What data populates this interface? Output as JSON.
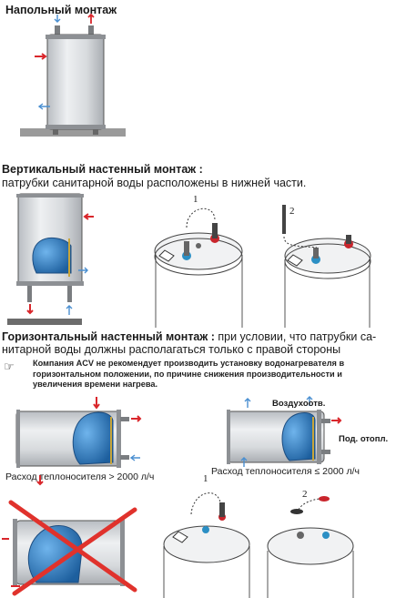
{
  "section1": {
    "title": "Напольный монтаж"
  },
  "section2": {
    "title": "Вертикальный настенный монтаж :",
    "text": "патрубки санитарной воды расположены в нижней части.",
    "steps": [
      "1",
      "2"
    ]
  },
  "section3": {
    "title": "Горизонтальный настенный монтаж :",
    "text_line1": " при условии, что патрубки са-",
    "text_line2": "нитарной воды должны располагаться только с правой стороны",
    "note_lines": [
      "Компания ACV не рекомендует производить установку водонагревателя в",
      "горизонтальном положении, по причине снижения производительности и",
      "увеличения времени нагрева."
    ],
    "caption_left": "Расход теплоносителя > 2000 л/ч",
    "caption_right": "Расход теплоносителя ≤ 2000 л/ч",
    "label_air": "Воздухоотв.",
    "label_supply": "Под. отопл.",
    "steps": [
      "1",
      "2"
    ]
  },
  "colors": {
    "inlet_red": "#d9262b",
    "outlet_blue": "#4a8fd1",
    "tank_grey": "#cfd2d6",
    "coil_blue": "#2f7fc4",
    "cross_red": "#e0322c"
  }
}
